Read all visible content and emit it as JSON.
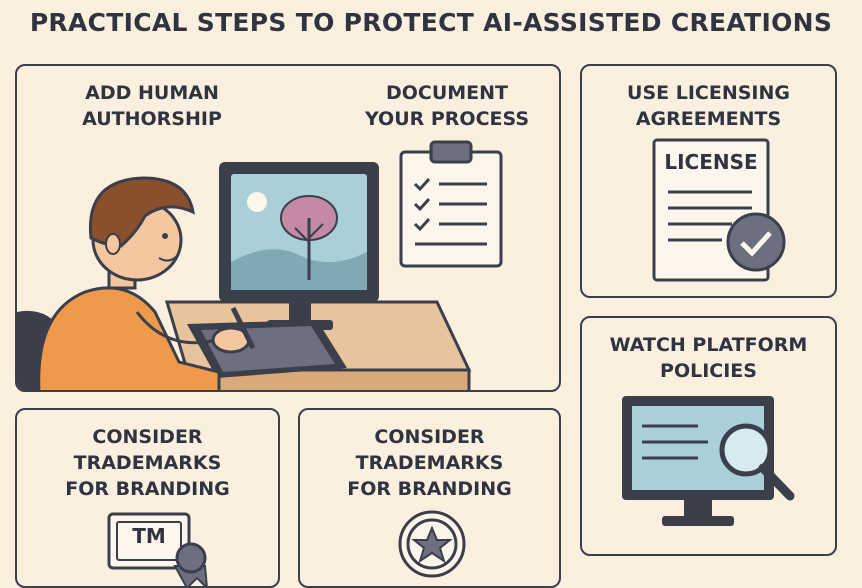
{
  "title": "PRACTICAL STEPS TO PROTECT AI-ASSISTED CREATIONS",
  "panels": {
    "authorship": {
      "label": "ADD HUMAN\nAUTHORSHIP"
    },
    "document": {
      "label": "DOCUMENT\nYOUR PROCESS"
    },
    "licensing": {
      "label": "USE LICENSING\nAGREEMENTS",
      "doc_heading": "LICENSE"
    },
    "platform": {
      "label": "WATCH PLATFORM\nPOLICIES"
    },
    "trademark_a": {
      "label": "CONSIDER\nTRADEMARKS\nFOR BRANDING",
      "badge": "TM"
    },
    "trademark_b": {
      "label": "CONSIDER\nTRADEMARKS\nFOR BRANDING"
    }
  },
  "colors": {
    "background": "#fbefdf",
    "outline": "#3a3f4b",
    "shirt": "#ef9a4a",
    "hair": "#8a4f2c",
    "skin": "#f4c7a1",
    "screen": "#a9cfd7",
    "tree": "#c48aa5",
    "check_badge": "#6b6f80"
  }
}
